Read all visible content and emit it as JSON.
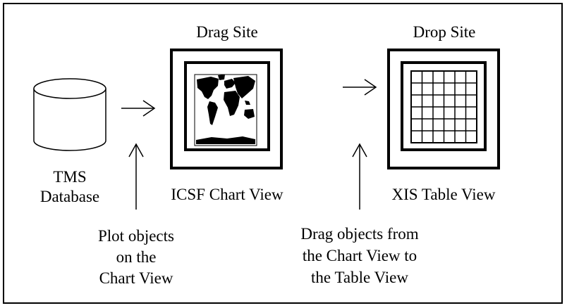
{
  "diagram": {
    "database": {
      "title_line1": "TMS",
      "title_line2": "Database"
    },
    "drag_site": {
      "heading": "Drag Site",
      "caption": "ICSF Chart View"
    },
    "drop_site": {
      "heading": "Drop Site",
      "caption": "XIS Table View"
    },
    "notes": {
      "plot": [
        "Plot objects",
        "on the",
        "Chart View"
      ],
      "drag": [
        "Drag objects from",
        "the Chart View to",
        "the Table View"
      ]
    },
    "table_grid": {
      "rows": 6,
      "cols": 6
    },
    "colors": {
      "stroke": "#000000",
      "background": "#ffffff",
      "map_land": "#000000"
    }
  }
}
